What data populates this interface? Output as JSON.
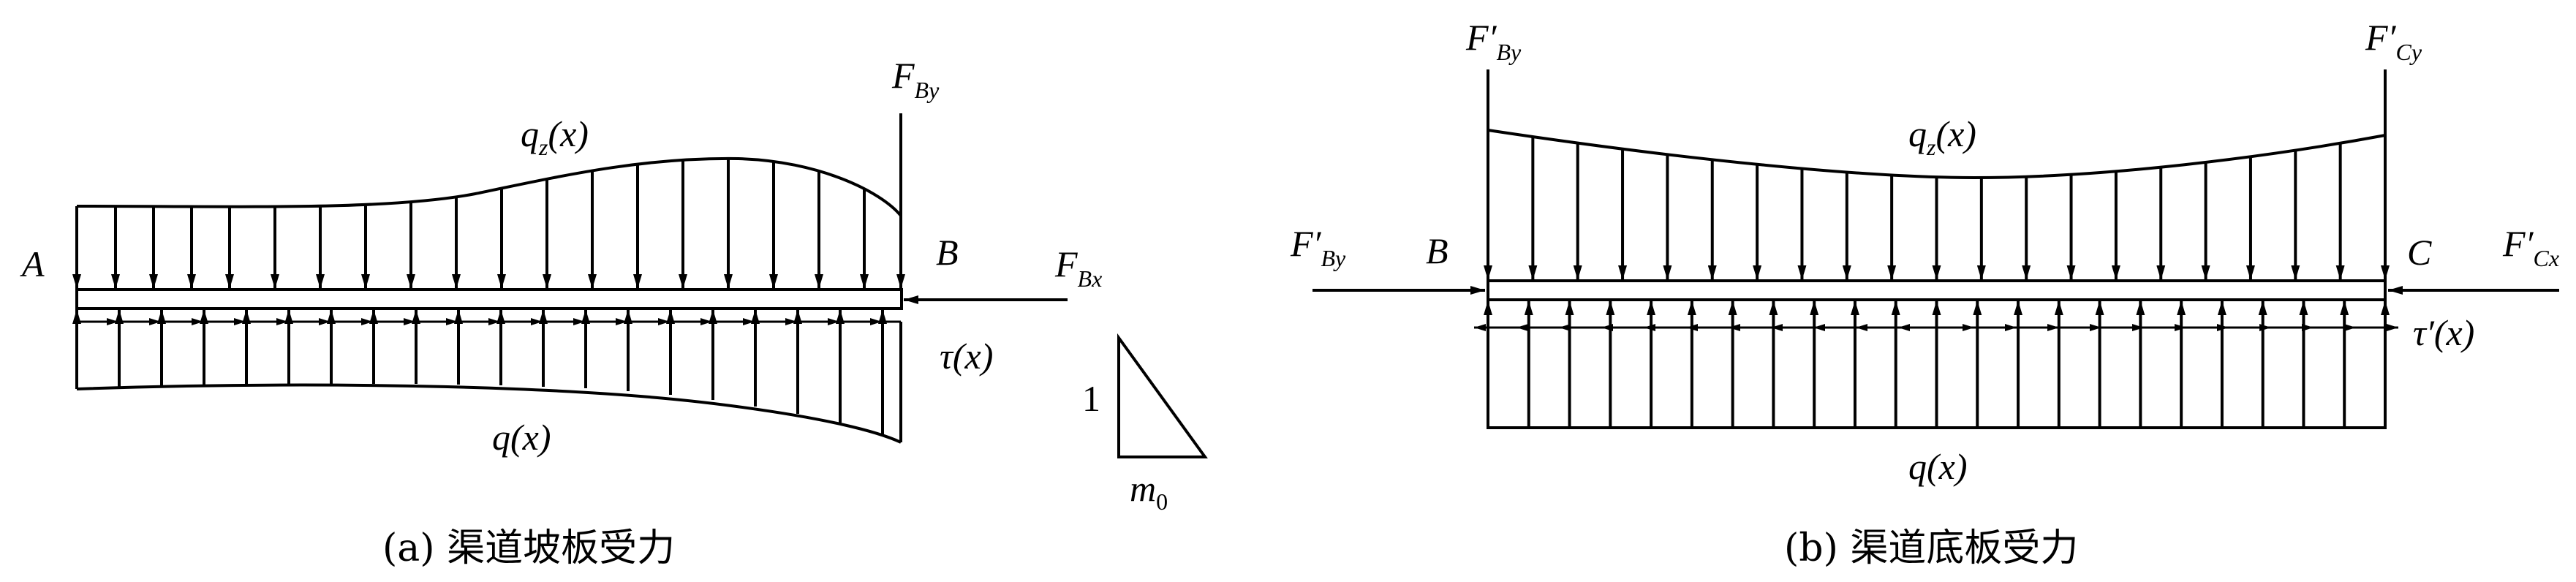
{
  "panel_a": {
    "caption": "(a) 渠道坡板受力",
    "point_A": "A",
    "point_B": "B",
    "load_top": {
      "symbol": "q",
      "subscript": "z",
      "arg": "(x)"
    },
    "load_bottom": {
      "symbol": "q",
      "arg": "(x)"
    },
    "shear": {
      "symbol": "τ",
      "arg": "(x)"
    },
    "force_vertical": {
      "symbol": "F",
      "subscript": "By"
    },
    "force_horizontal": {
      "symbol": "F",
      "subscript": "Bx"
    },
    "slope": {
      "rise": "1",
      "run_symbol": "m",
      "run_subscript": "0"
    }
  },
  "panel_b": {
    "caption": "(b) 渠道底板受力",
    "point_B": "B",
    "point_C": "C",
    "load_top": {
      "symbol": "q",
      "subscript": "z",
      "arg": "(x)"
    },
    "load_bottom": {
      "symbol": "q",
      "arg": "(x)"
    },
    "shear": {
      "symbol": "τ′",
      "arg": "(x)"
    },
    "force_left_vertical": {
      "symbol": "F′",
      "subscript": "By"
    },
    "force_right_vertical": {
      "symbol": "F′",
      "subscript": "Cy"
    },
    "force_left_horizontal": {
      "symbol": "F′",
      "subscript": "By"
    },
    "force_right_horizontal": {
      "symbol": "F′",
      "subscript": "Cx"
    }
  }
}
